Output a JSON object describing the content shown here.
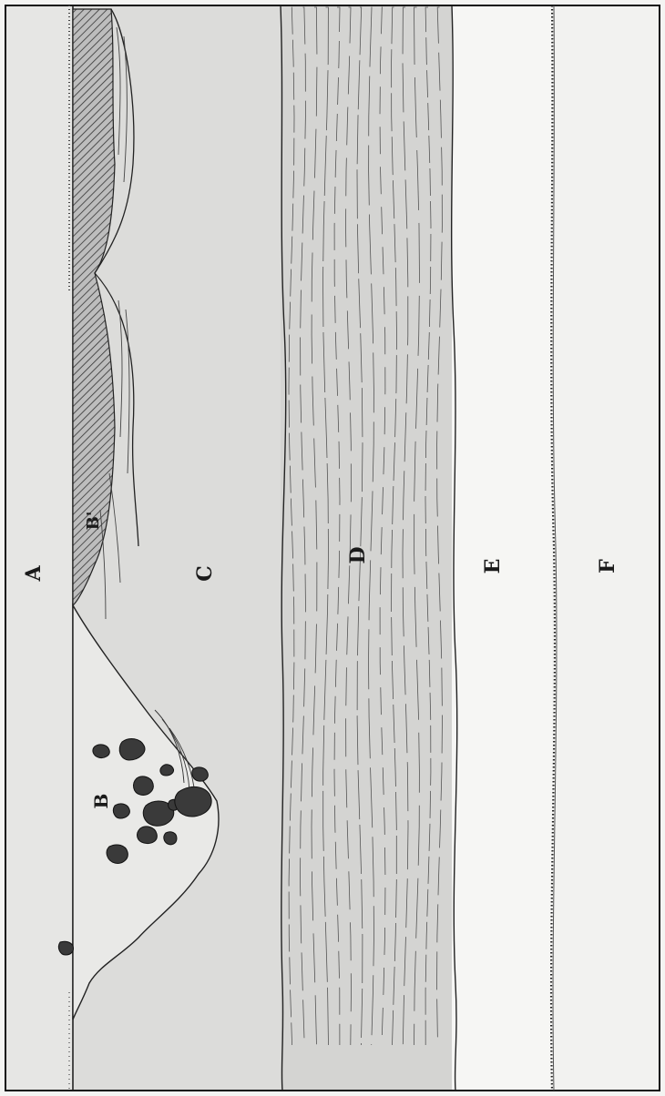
{
  "figure": {
    "layers": [
      {
        "id": "A",
        "label": "A"
      },
      {
        "id": "B",
        "label": "B"
      },
      {
        "id": "B2",
        "label": "B'"
      },
      {
        "id": "C",
        "label": "C"
      },
      {
        "id": "D",
        "label": "D"
      },
      {
        "id": "E",
        "label": "E"
      },
      {
        "id": "F",
        "label": "F"
      }
    ]
  }
}
